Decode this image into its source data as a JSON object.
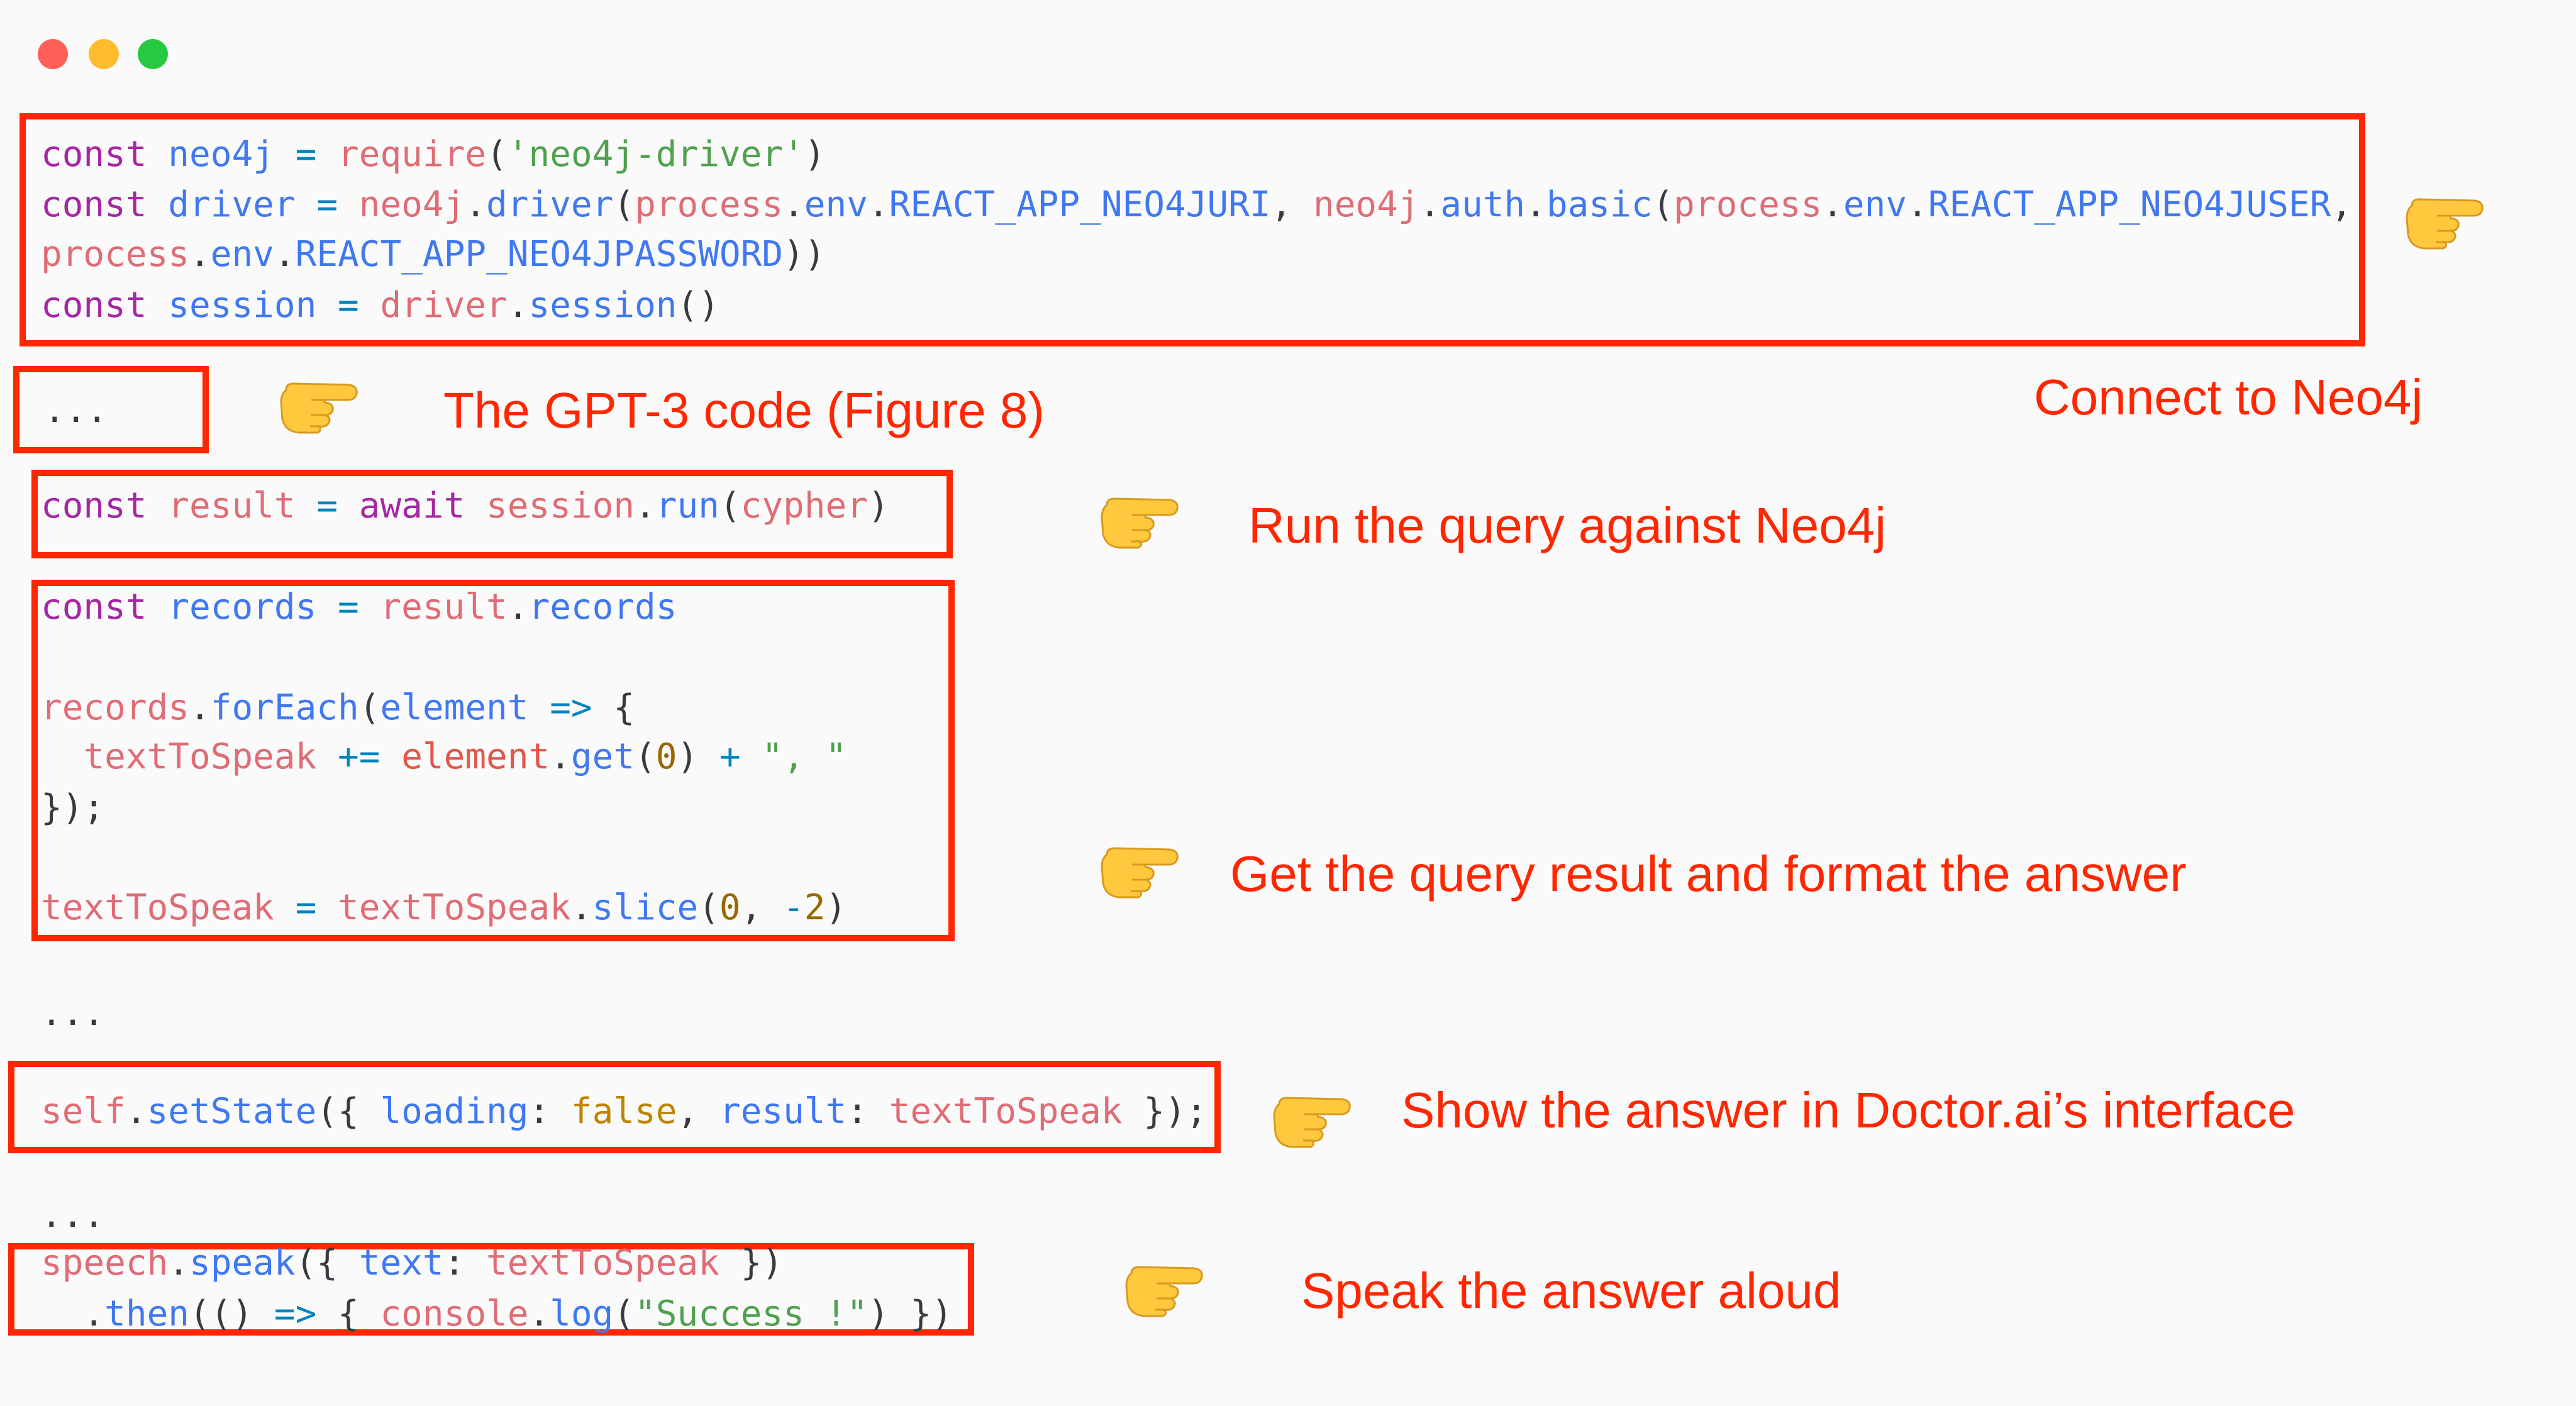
{
  "window": {
    "controls": [
      "close",
      "minimize",
      "maximize"
    ],
    "colors": {
      "close": "#ff5f57",
      "minimize": "#febc2e",
      "maximize": "#28c840",
      "highlight": "#ff2600"
    }
  },
  "code_lines": [
    [
      [
        "kw",
        "const"
      ],
      [
        "pun",
        " "
      ],
      [
        "var",
        "neo4j"
      ],
      [
        "pun",
        " "
      ],
      [
        "op",
        "="
      ],
      [
        "pun",
        " "
      ],
      [
        "obj",
        "require"
      ],
      [
        "pun",
        "("
      ],
      [
        "str",
        "'neo4j-driver'"
      ],
      [
        "pun",
        ")"
      ]
    ],
    [
      [
        "kw",
        "const"
      ],
      [
        "pun",
        " "
      ],
      [
        "var",
        "driver"
      ],
      [
        "pun",
        " "
      ],
      [
        "op",
        "="
      ],
      [
        "pun",
        " "
      ],
      [
        "obj",
        "neo4j"
      ],
      [
        "pun",
        "."
      ],
      [
        "fn",
        "driver"
      ],
      [
        "pun",
        "("
      ],
      [
        "obj",
        "process"
      ],
      [
        "pun",
        "."
      ],
      [
        "fn",
        "env"
      ],
      [
        "pun",
        "."
      ],
      [
        "fn",
        "REACT_APP_NEO4JURI"
      ],
      [
        "pun",
        ", "
      ],
      [
        "obj",
        "neo4j"
      ],
      [
        "pun",
        "."
      ],
      [
        "fn",
        "auth"
      ],
      [
        "pun",
        "."
      ],
      [
        "fn",
        "basic"
      ],
      [
        "pun",
        "("
      ],
      [
        "obj",
        "process"
      ],
      [
        "pun",
        "."
      ],
      [
        "fn",
        "env"
      ],
      [
        "pun",
        "."
      ],
      [
        "fn",
        "REACT_APP_NEO4JUSER"
      ],
      [
        "pun",
        ","
      ]
    ],
    [
      [
        "obj",
        "process"
      ],
      [
        "pun",
        "."
      ],
      [
        "fn",
        "env"
      ],
      [
        "pun",
        "."
      ],
      [
        "fn",
        "REACT_APP_NEO4JPASSWORD"
      ],
      [
        "pun",
        "))"
      ]
    ],
    [
      [
        "kw",
        "const"
      ],
      [
        "pun",
        " "
      ],
      [
        "var",
        "session"
      ],
      [
        "pun",
        " "
      ],
      [
        "op",
        "="
      ],
      [
        "pun",
        " "
      ],
      [
        "obj",
        "driver"
      ],
      [
        "pun",
        "."
      ],
      [
        "fn",
        "session"
      ],
      [
        "pun",
        "()"
      ]
    ],
    [
      [
        "pun",
        "..."
      ]
    ],
    [
      [
        "kw",
        "const"
      ],
      [
        "pun",
        " "
      ],
      [
        "obj",
        "result"
      ],
      [
        "pun",
        " "
      ],
      [
        "op",
        "="
      ],
      [
        "pun",
        " "
      ],
      [
        "kw",
        "await"
      ],
      [
        "pun",
        " "
      ],
      [
        "obj",
        "session"
      ],
      [
        "pun",
        "."
      ],
      [
        "fn",
        "run"
      ],
      [
        "pun",
        "("
      ],
      [
        "obj",
        "cypher"
      ],
      [
        "pun",
        ")"
      ]
    ],
    [
      [
        "kw",
        "const"
      ],
      [
        "pun",
        " "
      ],
      [
        "var",
        "records"
      ],
      [
        "pun",
        " "
      ],
      [
        "op",
        "="
      ],
      [
        "pun",
        " "
      ],
      [
        "obj",
        "result"
      ],
      [
        "pun",
        "."
      ],
      [
        "fn",
        "records"
      ]
    ],
    [
      [
        "obj",
        "records"
      ],
      [
        "pun",
        "."
      ],
      [
        "fn",
        "forEach"
      ],
      [
        "pun",
        "("
      ],
      [
        "var",
        "element"
      ],
      [
        "pun",
        " "
      ],
      [
        "op",
        "=>"
      ],
      [
        "pun",
        " {"
      ]
    ],
    [
      [
        "pun",
        "  "
      ],
      [
        "obj",
        "textToSpeak"
      ],
      [
        "pun",
        " "
      ],
      [
        "op",
        "+="
      ],
      [
        "pun",
        " "
      ],
      [
        "loc",
        "element"
      ],
      [
        "pun",
        "."
      ],
      [
        "fn",
        "get"
      ],
      [
        "pun",
        "("
      ],
      [
        "num",
        "0"
      ],
      [
        "pun",
        ") "
      ],
      [
        "op",
        "+"
      ],
      [
        "pun",
        " "
      ],
      [
        "str",
        "\", \""
      ]
    ],
    [
      [
        "pun",
        "});"
      ]
    ],
    [
      [
        "obj",
        "textToSpeak"
      ],
      [
        "pun",
        " "
      ],
      [
        "op",
        "="
      ],
      [
        "pun",
        " "
      ],
      [
        "obj",
        "textToSpeak"
      ],
      [
        "pun",
        "."
      ],
      [
        "fn",
        "slice"
      ],
      [
        "pun",
        "("
      ],
      [
        "num",
        "0"
      ],
      [
        "pun",
        ", "
      ],
      [
        "op",
        "-"
      ],
      [
        "num",
        "2"
      ],
      [
        "pun",
        ")"
      ]
    ],
    [
      [
        "pun",
        "..."
      ]
    ],
    [
      [
        "obj",
        "self"
      ],
      [
        "pun",
        "."
      ],
      [
        "fn",
        "setState"
      ],
      [
        "pun",
        "({ "
      ],
      [
        "fn",
        "loading"
      ],
      [
        "pun",
        ": "
      ],
      [
        "bool",
        "false"
      ],
      [
        "pun",
        ", "
      ],
      [
        "fn",
        "result"
      ],
      [
        "pun",
        ": "
      ],
      [
        "obj",
        "textToSpeak"
      ],
      [
        "pun",
        " });"
      ]
    ],
    [
      [
        "pun",
        "..."
      ]
    ],
    [
      [
        "obj",
        "speech"
      ],
      [
        "pun",
        "."
      ],
      [
        "fn",
        "speak"
      ],
      [
        "pun",
        "({ "
      ],
      [
        "fn",
        "text"
      ],
      [
        "pun",
        ": "
      ],
      [
        "obj",
        "textToSpeak"
      ],
      [
        "pun",
        " })"
      ]
    ],
    [
      [
        "pun",
        "  ."
      ],
      [
        "fn",
        "then"
      ],
      [
        "pun",
        "(() "
      ],
      [
        "op",
        "=>"
      ],
      [
        "pun",
        " { "
      ],
      [
        "obj",
        "console"
      ],
      [
        "pun",
        "."
      ],
      [
        "fn",
        "log"
      ],
      [
        "pun",
        "("
      ],
      [
        "str",
        "\"Success !\""
      ],
      [
        "pun",
        ") })"
      ]
    ]
  ],
  "annotations": {
    "connect": "Connect to Neo4j",
    "gpt3": "The GPT-3 code (Figure 8)",
    "run": "Run the query against Neo4j",
    "format": "Get the query result and format the answer",
    "show": "Show the answer in Doctor.ai’s interface",
    "speak": "Speak the answer aloud"
  }
}
